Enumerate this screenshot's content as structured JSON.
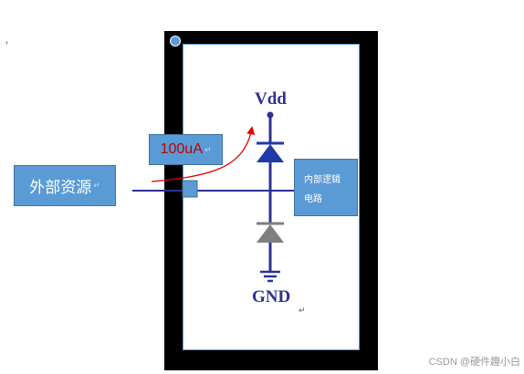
{
  "diagram": {
    "stray_mark": ",",
    "rails": {
      "vdd": "Vdd",
      "gnd": "GND"
    },
    "external_source": {
      "label": "外部资源",
      "return_mark": "↵"
    },
    "current_callout": {
      "label": "100uA",
      "return_mark": "↵"
    },
    "internal_logic": {
      "line1": "内部逻辑",
      "line2": "电路"
    },
    "gnd_return_mark": "↵",
    "watermark": "CSDN @硬件趣小白",
    "colors": {
      "chip_frame": "#000000",
      "box_fill": "#5b9bd5",
      "wire": "#2e3192",
      "diode_top": "#1f3aa8",
      "diode_bottom": "#7f7f7f",
      "current_arrow": "#e00000",
      "current_text": "#c00000"
    }
  }
}
